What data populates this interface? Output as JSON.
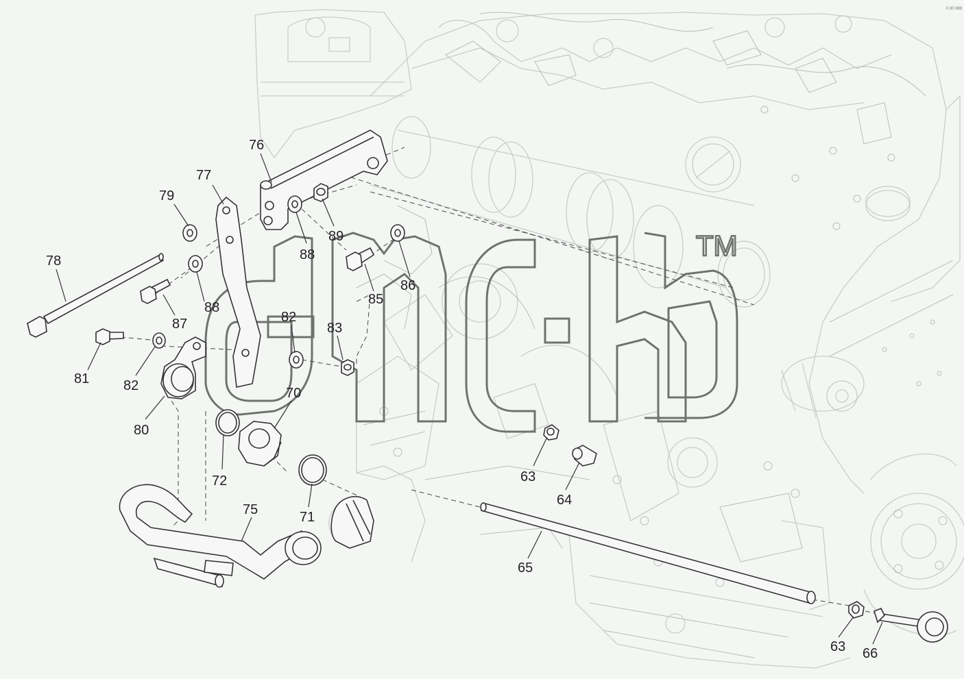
{
  "figure": {
    "corner_code": "0 80 888",
    "watermark_tm": "TM"
  },
  "callouts": [
    {
      "id": "c76",
      "label": "76"
    },
    {
      "id": "c77",
      "label": "77"
    },
    {
      "id": "c79",
      "label": "79"
    },
    {
      "id": "c89",
      "label": "89"
    },
    {
      "id": "c88a",
      "label": "88"
    },
    {
      "id": "c86",
      "label": "86"
    },
    {
      "id": "c78",
      "label": "78"
    },
    {
      "id": "c85",
      "label": "85"
    },
    {
      "id": "c88b",
      "label": "88"
    },
    {
      "id": "c87",
      "label": "87"
    },
    {
      "id": "c82a",
      "label": "82"
    },
    {
      "id": "c83",
      "label": "83"
    },
    {
      "id": "c81",
      "label": "81"
    },
    {
      "id": "c82b",
      "label": "82"
    },
    {
      "id": "c70",
      "label": "70"
    },
    {
      "id": "c80",
      "label": "80"
    },
    {
      "id": "c72",
      "label": "72"
    },
    {
      "id": "c63a",
      "label": "63"
    },
    {
      "id": "c64",
      "label": "64"
    },
    {
      "id": "c75",
      "label": "75"
    },
    {
      "id": "c71",
      "label": "71"
    },
    {
      "id": "c65",
      "label": "65"
    },
    {
      "id": "c63b",
      "label": "63"
    },
    {
      "id": "c66",
      "label": "66"
    }
  ]
}
